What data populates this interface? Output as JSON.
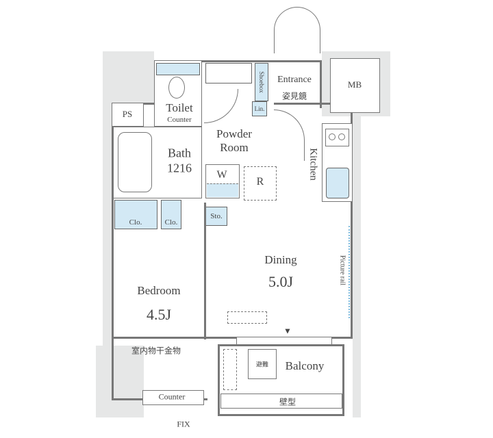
{
  "rooms": {
    "toilet": "Toilet",
    "toilet_counter": "Counter",
    "ps": "PS",
    "bath": "Bath",
    "bath_size": "1216",
    "powder_room_1": "Powder",
    "powder_room_2": "Room",
    "washer": "W",
    "fridge": "R",
    "entrance": "Entrance",
    "mirror": "姿見鏡",
    "mb": "MB",
    "shoebox": "Shoebox",
    "linen": "Lin.",
    "kitchen": "Kitchen",
    "closet_1": "Clo.",
    "closet_2": "Clo.",
    "storage": "Sto.",
    "dining": "Dining",
    "dining_size": "5.0J",
    "picture_rail": "Picture rail",
    "bedroom": "Bedroom",
    "bedroom_size": "4.5J",
    "drying_hardware": "室内物干金物",
    "bedroom_counter": "Counter",
    "fix": "FIX",
    "balcony": "Balcony",
    "evac_hatch": "避難",
    "wall_type": "壁型"
  },
  "colors": {
    "wall": "#777777",
    "fixture_blue": "#d3e9f5",
    "outside_gray": "#e6e7e7"
  }
}
